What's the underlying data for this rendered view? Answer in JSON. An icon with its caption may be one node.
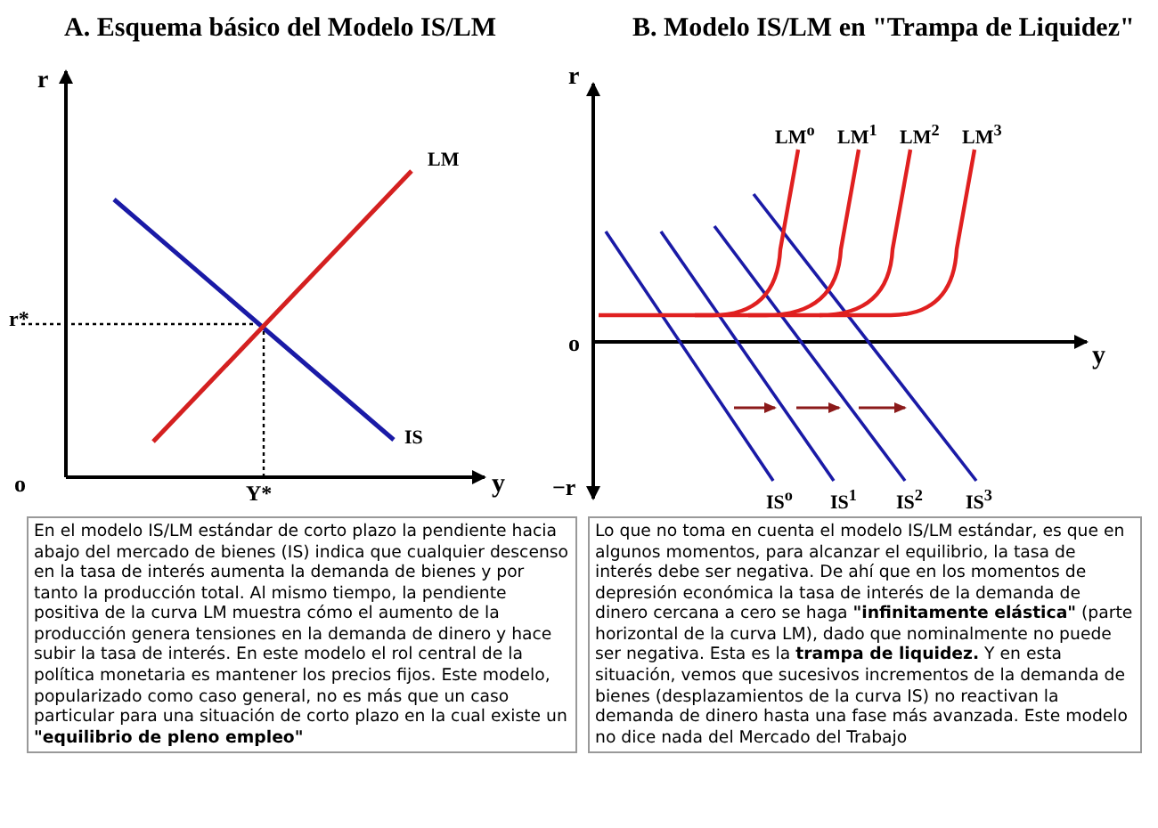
{
  "diagram": {
    "nodes": [
      {
        "text": [
          "En el modelo IS/LM estándar de corto plazo la pendiente hacia abajo del mercado de bienes (IS) indica que cualquier descenso en la tasa de interés aumenta la demanda de bienes y por tanto la producción total. Al mismo tiempo, la pendiente positiva de la curva LM muestra cómo el aumento de la producción genera tensiones en la demanda de dinero y hace subir la tasa de interés. En este modelo el rol central de la política monetaria es mantener los precios fijos. Este modelo, popularizado como caso general, no es más que un caso particular para una situación de corto plazo en la cual existe un **\"equilibrio de pleno empleo\"**"
        ]
      },
      {
        "text": [
          "Lo que no toma en cuenta el modelo IS/LM estándar, es que en algunos momentos, para alcanzar el equilibrio, la tasa de interés debe ser negativa. De ahí que en los momentos de depresión económica la tasa de interés de la demanda de dinero cercana a cero se haga **\"infinitamente elástica\"** (parte horizontal de la curva LM), dado que nominalmente no puede ser negativa. Esta es la **trampa de liquidez.** Y en esta situación, vemos que sucesivos incrementos de la demanda de bienes (desplazamientos de la curva IS) no reactivan la demanda de dinero hasta una fase más avanzada. Este modelo no dice nada del Mercado del Trabajo"
        ]
      }
    ],
    "labels": [
      "A. Esquema básico del Modelo IS/LM",
      "B. Modelo IS/LM en \"Trampa de Liquidez\"",
      "r",
      "LM",
      "r*",
      "IS",
      "o",
      "Y*",
      "y",
      "r",
      "LM$^{o}$",
      "LM$^{1}$",
      "LM$^{2}$",
      "LM$^{3}$",
      "o",
      "y",
      "−r",
      "IS$^{o}$",
      "IS$^{1}$",
      "IS$^{2}$",
      "IS$^{3}$"
    ]
  }
}
